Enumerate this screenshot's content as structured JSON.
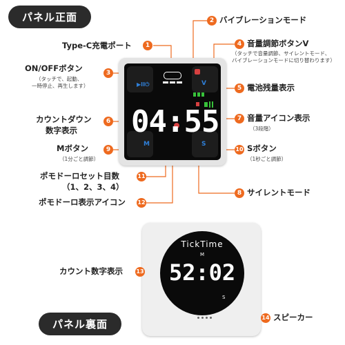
{
  "sections": {
    "front": "パネル正面",
    "back": "パネル裏面"
  },
  "labels": [
    {
      "num": "1",
      "title": "Type-C充電ポート"
    },
    {
      "num": "2",
      "title": "バイブレーションモード"
    },
    {
      "num": "3",
      "title": "ON/OFFボタン",
      "note": [
        "（タッチで、起動、",
        "一時停止、再生します）"
      ]
    },
    {
      "num": "4",
      "title": "音量調節ボタンV",
      "note": [
        "（タッチで音量調節、サイレントモード、",
        "バイブレーションモードに切り替わります）"
      ]
    },
    {
      "num": "5",
      "title": "電池残量表示"
    },
    {
      "num": "6",
      "title": "カウントダウン",
      "title2": "数字表示"
    },
    {
      "num": "7",
      "title": "音量アイコン表示",
      "note": [
        "（3段階）"
      ]
    },
    {
      "num": "8",
      "title": "サイレントモード"
    },
    {
      "num": "9",
      "title": "Mボタン",
      "note": [
        "（1分ごと調節）"
      ]
    },
    {
      "num": "10",
      "title": "Sボタン",
      "note": [
        "（1秒ごと調節）"
      ]
    },
    {
      "num": "11",
      "title": "ポモドーロセット目数",
      "title2": "（1、2、3、4）"
    },
    {
      "num": "12",
      "title": "ポモドーロ表示アイコン"
    },
    {
      "num": "13",
      "title": "カウント数字表示"
    },
    {
      "num": "14",
      "title": "スピーカー"
    }
  ],
  "device_front": {
    "display": "04:55",
    "buttons": {
      "power": "▶II⏻",
      "vol": "V",
      "m": "M",
      "s": "S"
    }
  },
  "device_back": {
    "brand": "TickTime",
    "display": "52:02",
    "m": "M",
    "s": "S"
  },
  "colors": {
    "accent": "#ee6a1f",
    "segment": "#ffffff",
    "button_glyph": "#2f7fd8",
    "battery": "#37c23a"
  }
}
